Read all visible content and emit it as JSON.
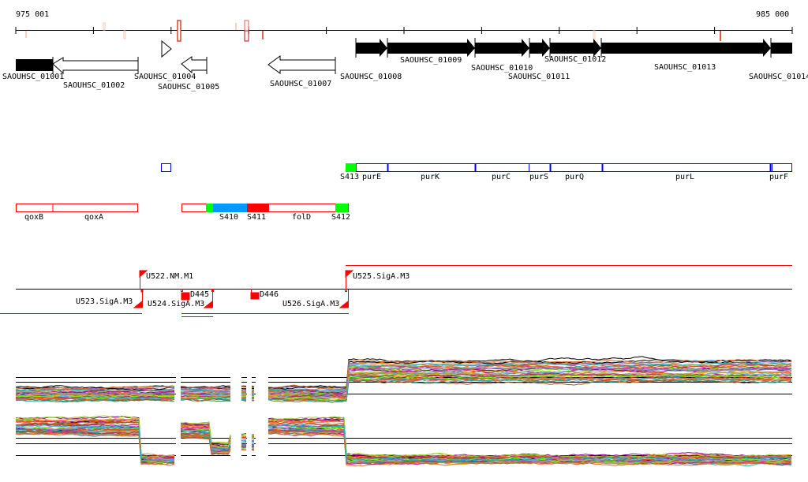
{
  "ruler": {
    "start_label": "975 001",
    "end_label": "985 000"
  },
  "genes": [
    {
      "id": "SAOUHSC_01001"
    },
    {
      "id": "SAOUHSC_01002"
    },
    {
      "id": "SAOUHSC_01004"
    },
    {
      "id": "SAOUHSC_01005"
    },
    {
      "id": "SAOUHSC_01007"
    },
    {
      "id": "SAOUHSC_01008"
    },
    {
      "id": "SAOUHSC_01009"
    },
    {
      "id": "SAOUHSC_01010"
    },
    {
      "id": "SAOUHSC_01011"
    },
    {
      "id": "SAOUHSC_01012"
    },
    {
      "id": "SAOUHSC_01013"
    },
    {
      "id": "SAOUHSC_01014"
    }
  ],
  "operon_track": {
    "labels": [
      "S413",
      "purE",
      "purK",
      "purC",
      "purS",
      "purQ",
      "purL",
      "purF"
    ]
  },
  "segment_track": {
    "labels": [
      "qoxB",
      "qoxA",
      "S410",
      "S411",
      "folD",
      "S412"
    ]
  },
  "promoters": {
    "labels": [
      "U522.NM.M1",
      "U525.SigA.M3",
      "U523.SigA.M3",
      "U524.SigA.M3",
      "D445",
      "D446",
      "U526.SigA.M3"
    ]
  },
  "colors": {
    "forward": "#0000ff",
    "reverse": "#ff0000",
    "green": "#00ff00",
    "blue": "#0099ff",
    "red": "#ff0000"
  }
}
